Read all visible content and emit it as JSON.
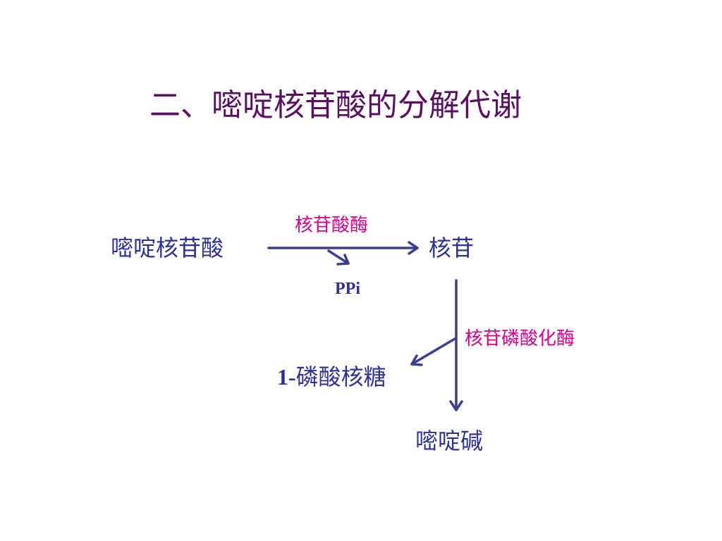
{
  "title": "二、嘧啶核苷酸的分解代谢",
  "nodes": {
    "pyrimidine_nucleotide": "嘧啶核苷酸",
    "nucleoside": "核苷",
    "ribose_1_phosphate_prefix": "1-",
    "ribose_1_phosphate_rest": "磷酸核糖",
    "pyrimidine_base": "嘧啶碱"
  },
  "enzymes": {
    "nucleotidase": "核苷酸酶",
    "nucleoside_phosphorylase": "核苷磷酸化酶"
  },
  "byproduct": "PPi",
  "colors": {
    "title": "#5a1060",
    "node_text": "#2e3192",
    "enzyme_text": "#d4008c",
    "arrow": "#3b3f8f"
  }
}
